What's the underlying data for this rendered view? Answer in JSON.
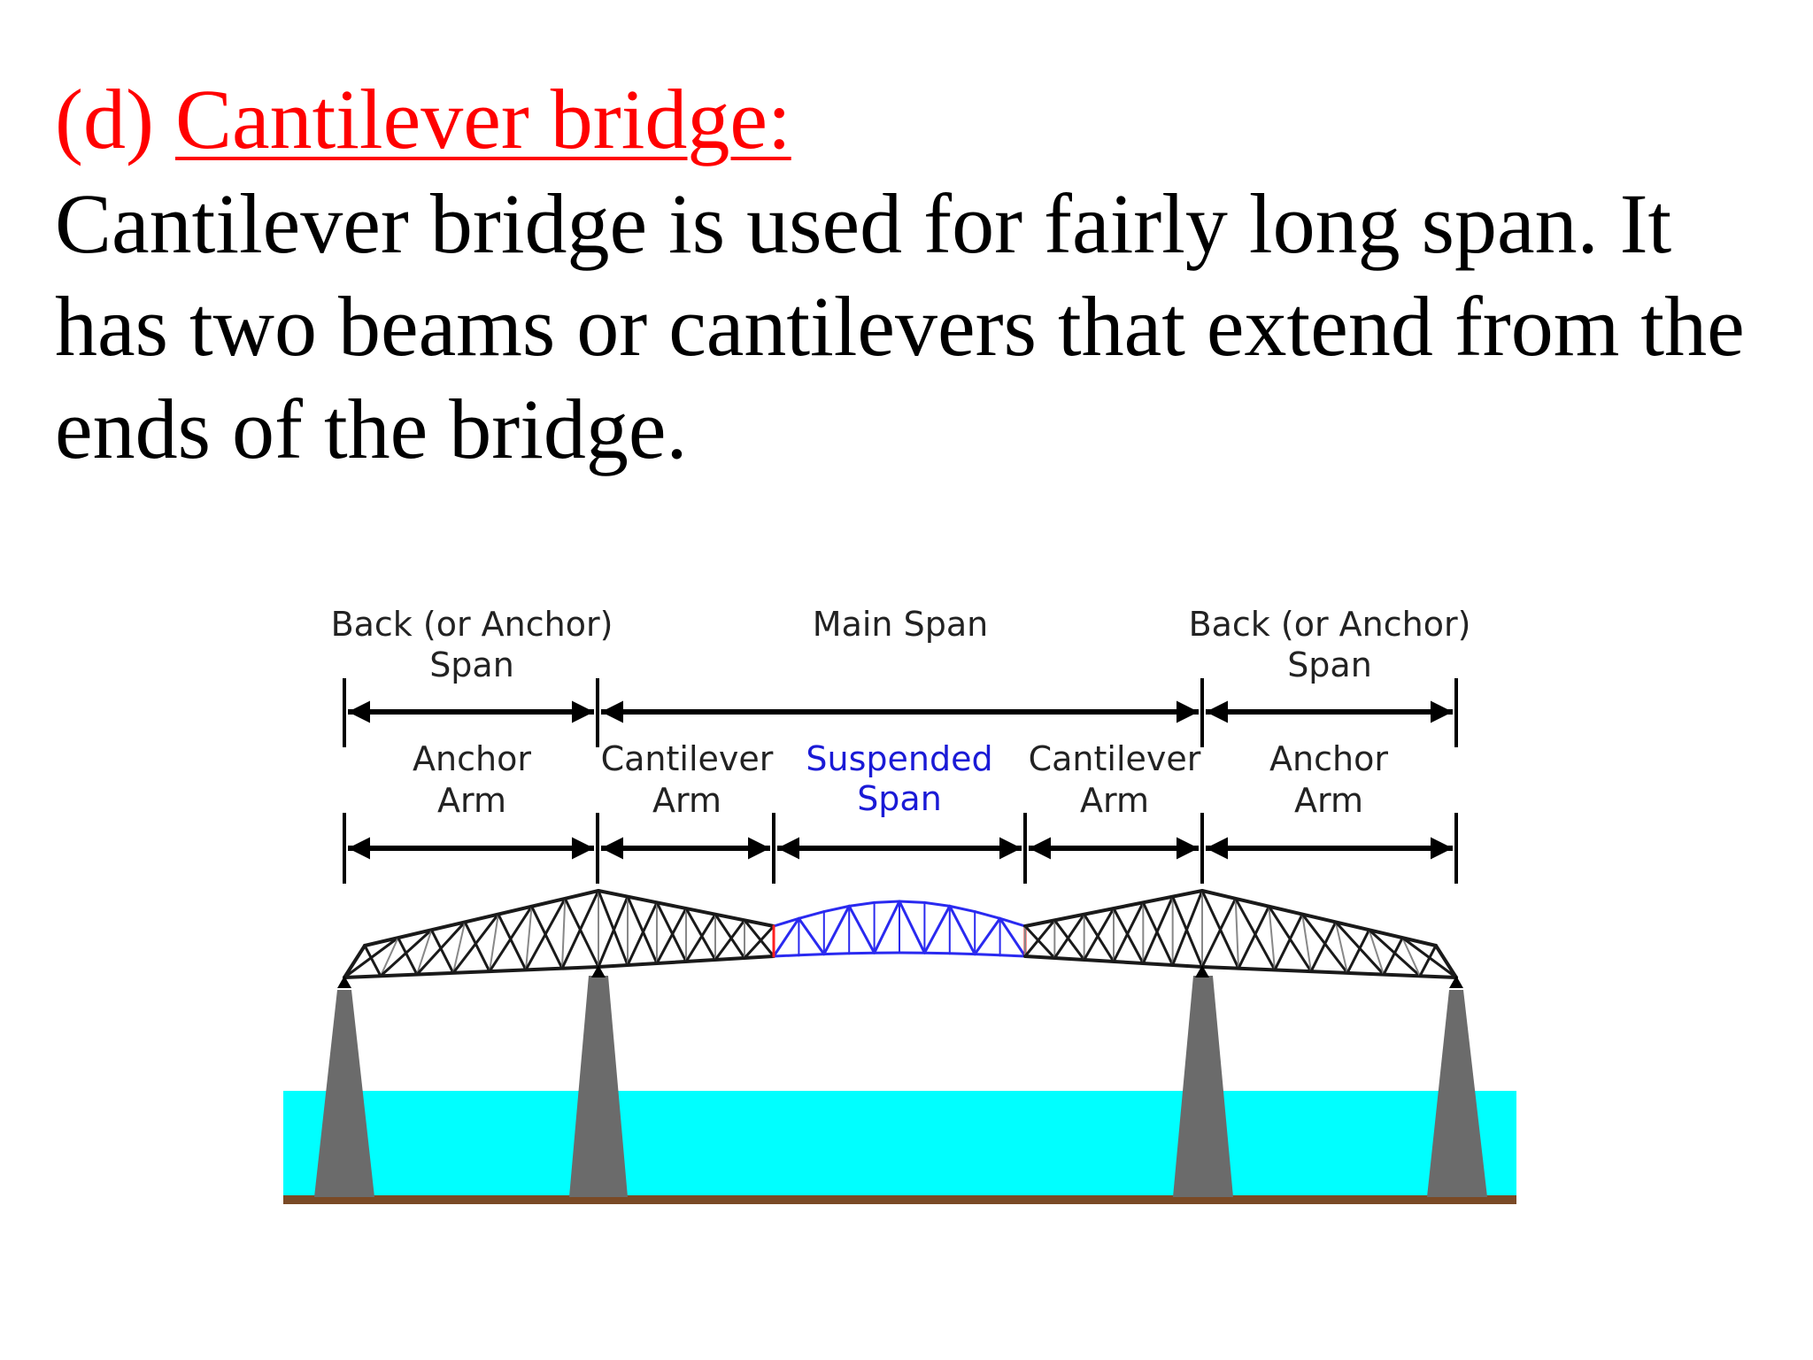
{
  "heading": {
    "prefix": "(d) ",
    "title": "Cantilever bridge:"
  },
  "body": {
    "lines": [
      "Cantilever bridge is used for fairly long span. It",
      "has two beams or cantilevers that extend from the",
      "ends of the bridge."
    ]
  },
  "diagram": {
    "top_labels": {
      "left": [
        "Back (or Anchor)",
        "Span"
      ],
      "center": [
        "Main Span"
      ],
      "right": [
        "Back (or Anchor)",
        "Span"
      ]
    },
    "arm_labels": {
      "anchor_left": [
        "Anchor",
        "Arm"
      ],
      "cantilever_left": [
        "Cantilever",
        "Arm"
      ],
      "suspended": [
        "Suspended",
        "Span"
      ],
      "cantilever_right": [
        "Cantilever",
        "Arm"
      ],
      "anchor_right": [
        "Anchor",
        "Arm"
      ]
    },
    "colors": {
      "truss": "#1a1a1a",
      "suspended": "#2a2af0",
      "water": "#00ffff",
      "pier": "#6b6b6b",
      "ground": "#7a4a26",
      "label": "#222222",
      "suspended_label": "#1a1ad6"
    }
  }
}
